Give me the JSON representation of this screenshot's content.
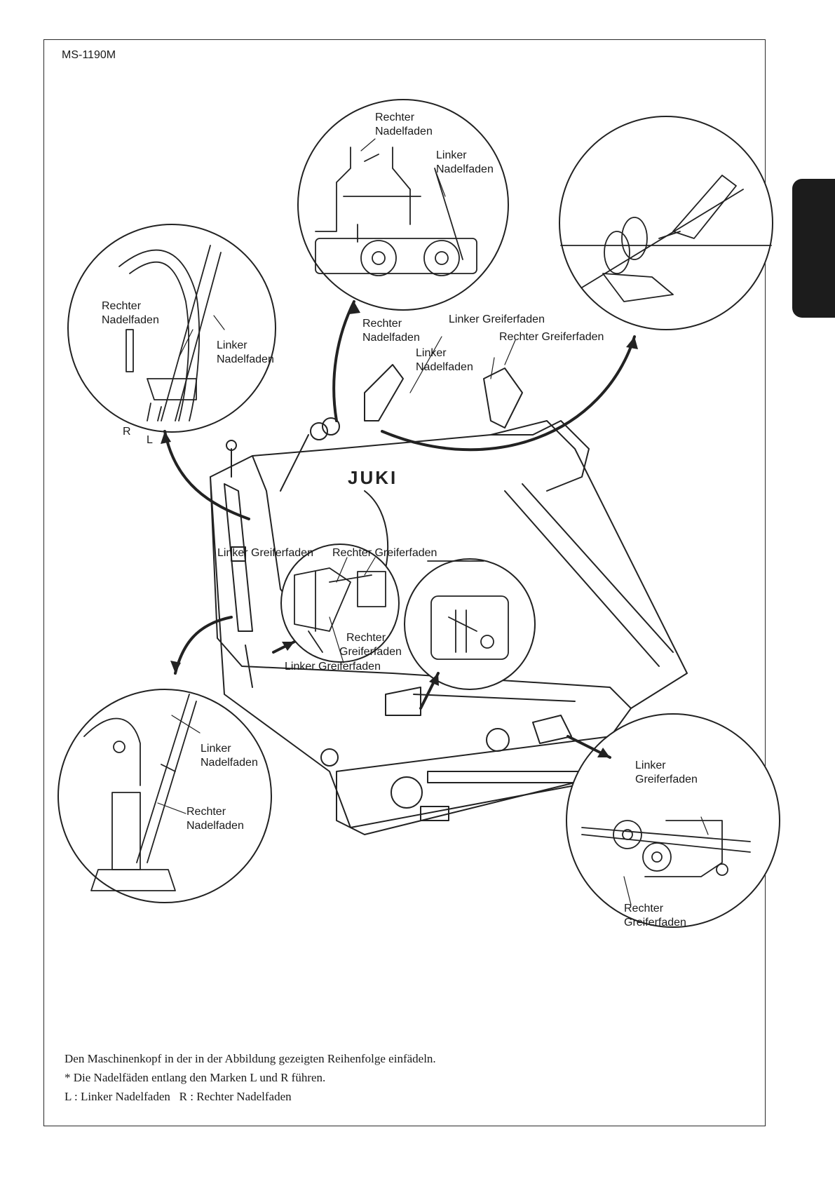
{
  "model": "MS-1190M",
  "brand_logo": "JUKI",
  "labels": {
    "top_right_needle": [
      "Rechter",
      "Nadelfaden"
    ],
    "top_left_needle": [
      "Linker",
      "Nadelfaden"
    ],
    "left_right_needle": [
      "Rechter",
      "Nadelfaden"
    ],
    "left_left_needle": [
      "Linker",
      "Nadelfaden"
    ],
    "mark_r": "R",
    "mark_l": "L",
    "mid_right_needle": [
      "Rechter",
      "Nadelfaden"
    ],
    "mid_left_needle": [
      "Linker",
      "Nadelfaden"
    ],
    "mid_left_looper": "Linker Greiferfaden",
    "mid_right_looper": "Rechter Greiferfaden",
    "center_left_looper": "Linker Greiferfaden",
    "center_right_looper": "Rechter Greiferfaden",
    "center_right_looper2": [
      "Rechter",
      "Greiferfaden"
    ],
    "center_left_looper2": "Linker Greiferfaden",
    "bl_left_needle": [
      "Linker",
      "Nadelfaden"
    ],
    "bl_right_needle": [
      "Rechter",
      "Nadelfaden"
    ],
    "br_left_looper": [
      "Linker",
      "Greiferfaden"
    ],
    "br_right_looper": [
      "Rechter",
      "Greiferfaden"
    ]
  },
  "caption": {
    "line1": "Den Maschinenkopf in der in der Abbildung gezeigten Reihenfolge einfädeln.",
    "line2": "* Die Nadelfäden entlang den Marken L und R führen.",
    "line3": "L : Linker Nadelfaden   R : Rechter Nadelfaden"
  }
}
